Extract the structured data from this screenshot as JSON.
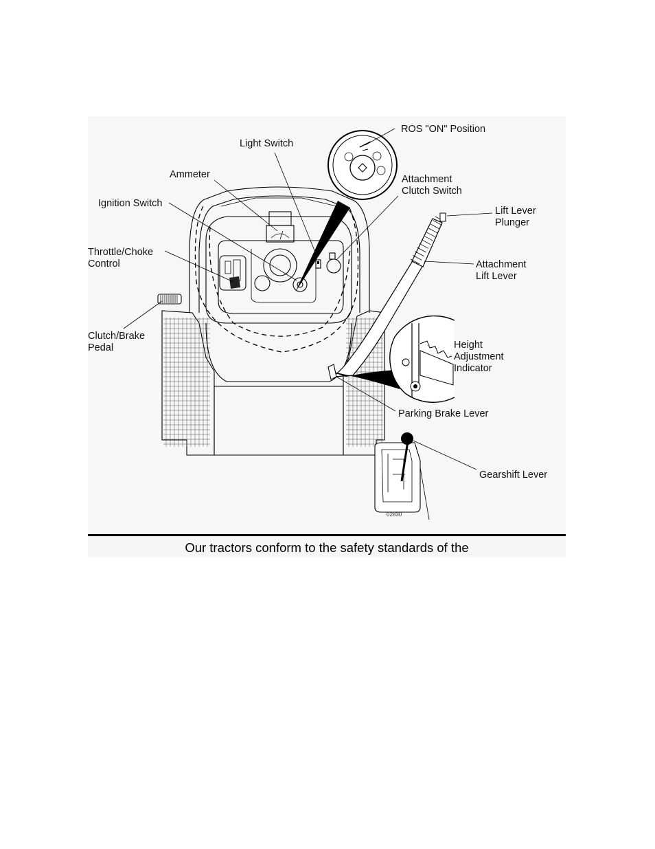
{
  "figure": {
    "labels": {
      "ros_on_position": "ROS \"ON\" Position",
      "light_switch": "Light Switch",
      "ammeter": "Ammeter",
      "ignition_switch": "Ignition Switch",
      "attachment_clutch_switch_1": "Attachment",
      "attachment_clutch_switch_2": "Clutch Switch",
      "lift_lever_plunger_1": "Lift Lever",
      "lift_lever_plunger_2": "Plunger",
      "throttle_choke_1": "Throttle/Choke",
      "throttle_choke_2": "Control",
      "attachment_lift_lever_1": "Attachment",
      "attachment_lift_lever_2": "Lift Lever",
      "clutch_brake_1": "Clutch/Brake",
      "clutch_brake_2": "Pedal",
      "height_adjustment_1": "Height",
      "height_adjustment_2": "Adjustment",
      "height_adjustment_3": "Indicator",
      "parking_brake_lever": "Parking Brake Lever",
      "gearshift_lever": "Gearshift Lever"
    },
    "drawing_code": "02830"
  },
  "footer": {
    "text": "Our tractors conform to the safety standards of the"
  }
}
